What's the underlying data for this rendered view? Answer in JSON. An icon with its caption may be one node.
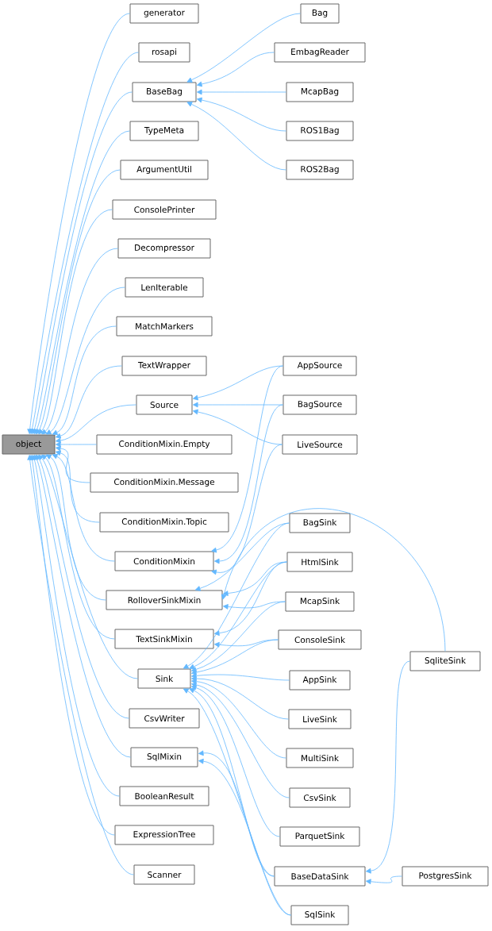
{
  "diagram": {
    "nodes": [
      {
        "text": [
          "object"
        ]
      },
      {
        "text": [
          "generator"
        ]
      },
      {
        "text": [
          "rosapi"
        ]
      },
      {
        "text": [
          "BaseBag"
        ]
      },
      {
        "text": [
          "TypeMeta"
        ]
      },
      {
        "text": [
          "ArgumentUtil"
        ]
      },
      {
        "text": [
          "ConsolePrinter"
        ]
      },
      {
        "text": [
          "Decompressor"
        ]
      },
      {
        "text": [
          "LenIterable"
        ]
      },
      {
        "text": [
          "MatchMarkers"
        ]
      },
      {
        "text": [
          "TextWrapper"
        ]
      },
      {
        "text": [
          "Source"
        ]
      },
      {
        "text": [
          "ConditionMixin.Empty"
        ]
      },
      {
        "text": [
          "ConditionMixin.Message"
        ]
      },
      {
        "text": [
          "ConditionMixin.Topic"
        ]
      },
      {
        "text": [
          "ConditionMixin"
        ]
      },
      {
        "text": [
          "RolloverSinkMixin"
        ]
      },
      {
        "text": [
          "TextSinkMixin"
        ]
      },
      {
        "text": [
          "Sink"
        ]
      },
      {
        "text": [
          "CsvWriter"
        ]
      },
      {
        "text": [
          "SqlMixin"
        ]
      },
      {
        "text": [
          "BooleanResult"
        ]
      },
      {
        "text": [
          "ExpressionTree"
        ]
      },
      {
        "text": [
          "Scanner"
        ]
      },
      {
        "text": [
          "Bag"
        ]
      },
      {
        "text": [
          "EmbagReader"
        ]
      },
      {
        "text": [
          "McapBag"
        ]
      },
      {
        "text": [
          "ROS1Bag"
        ]
      },
      {
        "text": [
          "ROS2Bag"
        ]
      },
      {
        "text": [
          "AppSource"
        ]
      },
      {
        "text": [
          "BagSource"
        ]
      },
      {
        "text": [
          "LiveSource"
        ]
      },
      {
        "text": [
          "BagSink"
        ]
      },
      {
        "text": [
          "HtmlSink"
        ]
      },
      {
        "text": [
          "McapSink"
        ]
      },
      {
        "text": [
          "ConsoleSink"
        ]
      },
      {
        "text": [
          "AppSink"
        ]
      },
      {
        "text": [
          "LiveSink"
        ]
      },
      {
        "text": [
          "MultiSink"
        ]
      },
      {
        "text": [
          "CsvSink"
        ]
      },
      {
        "text": [
          "ParquetSink"
        ]
      },
      {
        "text": [
          "BaseDataSink"
        ]
      },
      {
        "text": [
          "SqlSink"
        ]
      },
      {
        "text": [
          "SqliteSink"
        ]
      },
      {
        "text": [
          "PostgresSink"
        ]
      }
    ],
    "edges": [
      {
        "from": 1,
        "to": 0,
        "arrow": "to"
      },
      {
        "from": 2,
        "to": 0,
        "arrow": "to"
      },
      {
        "from": 3,
        "to": 0,
        "arrow": "to"
      },
      {
        "from": 4,
        "to": 0,
        "arrow": "to"
      },
      {
        "from": 5,
        "to": 0,
        "arrow": "to"
      },
      {
        "from": 6,
        "to": 0,
        "arrow": "to"
      },
      {
        "from": 7,
        "to": 0,
        "arrow": "to"
      },
      {
        "from": 8,
        "to": 0,
        "arrow": "to"
      },
      {
        "from": 9,
        "to": 0,
        "arrow": "to"
      },
      {
        "from": 10,
        "to": 0,
        "arrow": "to"
      },
      {
        "from": 11,
        "to": 0,
        "arrow": "to"
      },
      {
        "from": 12,
        "to": 0,
        "arrow": "to"
      },
      {
        "from": 13,
        "to": 0,
        "arrow": "to"
      },
      {
        "from": 14,
        "to": 0,
        "arrow": "to"
      },
      {
        "from": 15,
        "to": 0,
        "arrow": "to"
      },
      {
        "from": 16,
        "to": 0,
        "arrow": "to"
      },
      {
        "from": 17,
        "to": 0,
        "arrow": "to"
      },
      {
        "from": 18,
        "to": 0,
        "arrow": "to"
      },
      {
        "from": 19,
        "to": 0,
        "arrow": "to"
      },
      {
        "from": 20,
        "to": 0,
        "arrow": "to"
      },
      {
        "from": 21,
        "to": 0,
        "arrow": "to"
      },
      {
        "from": 22,
        "to": 0,
        "arrow": "to"
      },
      {
        "from": 23,
        "to": 0,
        "arrow": "to"
      },
      {
        "from": 24,
        "to": 3,
        "arrow": "to"
      },
      {
        "from": 25,
        "to": 3,
        "arrow": "to"
      },
      {
        "from": 26,
        "to": 3,
        "arrow": "to"
      },
      {
        "from": 27,
        "to": 3,
        "arrow": "to"
      },
      {
        "from": 28,
        "to": 3,
        "arrow": "to"
      },
      {
        "from": 29,
        "to": 11,
        "arrow": "to"
      },
      {
        "from": 30,
        "to": 11,
        "arrow": "to"
      },
      {
        "from": 31,
        "to": 11,
        "arrow": "to"
      },
      {
        "from": 29,
        "to": 15,
        "arrow": "to"
      },
      {
        "from": 30,
        "to": 15,
        "arrow": "to"
      },
      {
        "from": 31,
        "to": 15,
        "arrow": "to"
      },
      {
        "from": 32,
        "to": 16,
        "arrow": "to"
      },
      {
        "from": 33,
        "to": 16,
        "arrow": "to"
      },
      {
        "from": 34,
        "to": 16,
        "arrow": "to"
      },
      {
        "from": 43,
        "to": 16,
        "arrow": "to"
      },
      {
        "from": 33,
        "to": 17,
        "arrow": "to"
      },
      {
        "from": 35,
        "to": 17,
        "arrow": "to"
      },
      {
        "from": 32,
        "to": 18,
        "arrow": "to"
      },
      {
        "from": 33,
        "to": 18,
        "arrow": "to"
      },
      {
        "from": 34,
        "to": 18,
        "arrow": "to"
      },
      {
        "from": 35,
        "to": 18,
        "arrow": "to"
      },
      {
        "from": 36,
        "to": 18,
        "arrow": "to"
      },
      {
        "from": 37,
        "to": 18,
        "arrow": "to"
      },
      {
        "from": 38,
        "to": 18,
        "arrow": "to"
      },
      {
        "from": 39,
        "to": 18,
        "arrow": "to"
      },
      {
        "from": 40,
        "to": 18,
        "arrow": "to"
      },
      {
        "from": 41,
        "to": 18,
        "arrow": "to"
      },
      {
        "from": 42,
        "to": 18,
        "arrow": "to"
      },
      {
        "from": 41,
        "to": 20,
        "arrow": "to"
      },
      {
        "from": 42,
        "to": 20,
        "arrow": "to"
      },
      {
        "from": 43,
        "to": 41,
        "arrow": "to"
      },
      {
        "from": 44,
        "to": 41,
        "arrow": "to"
      }
    ]
  }
}
